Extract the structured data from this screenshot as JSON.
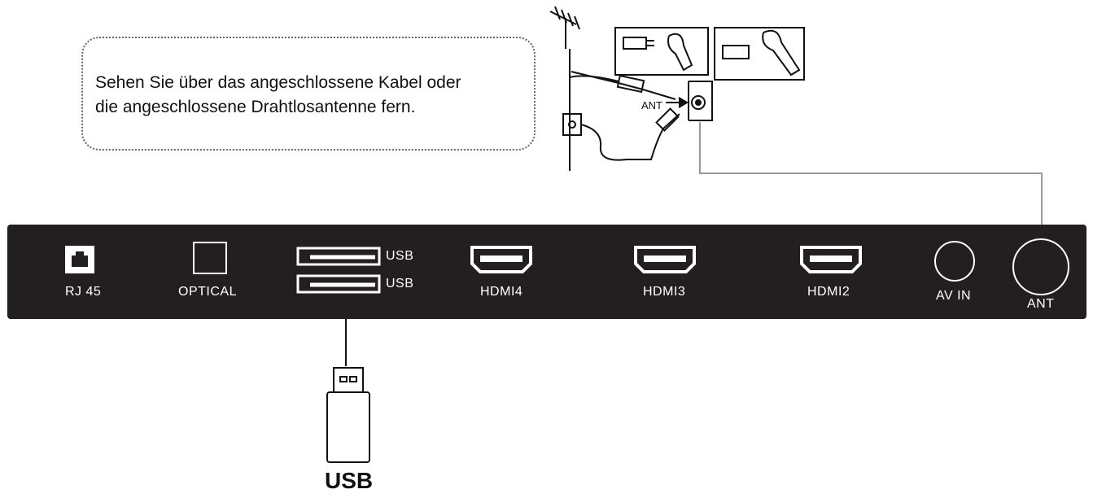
{
  "callout": {
    "line1": "Sehen Sie über das angeschlossene Kabel oder",
    "line2": "die angeschlossene Drahtlosantenne fern."
  },
  "antenna_detail": {
    "ant_label": "ANT"
  },
  "ports": {
    "rj45": "RJ 45",
    "optical": "OPTICAL",
    "usb_top": "USB",
    "usb_bottom": "USB",
    "hdmi4": "HDMI4",
    "hdmi3": "HDMI3",
    "hdmi2": "HDMI2",
    "av_in": "AV IN",
    "ant": "ANT"
  },
  "usb_device": {
    "label": "USB"
  },
  "colors": {
    "panel": "#231f20",
    "port": "#ffffff",
    "connector_line": "#999999",
    "line_art": "#111111"
  }
}
